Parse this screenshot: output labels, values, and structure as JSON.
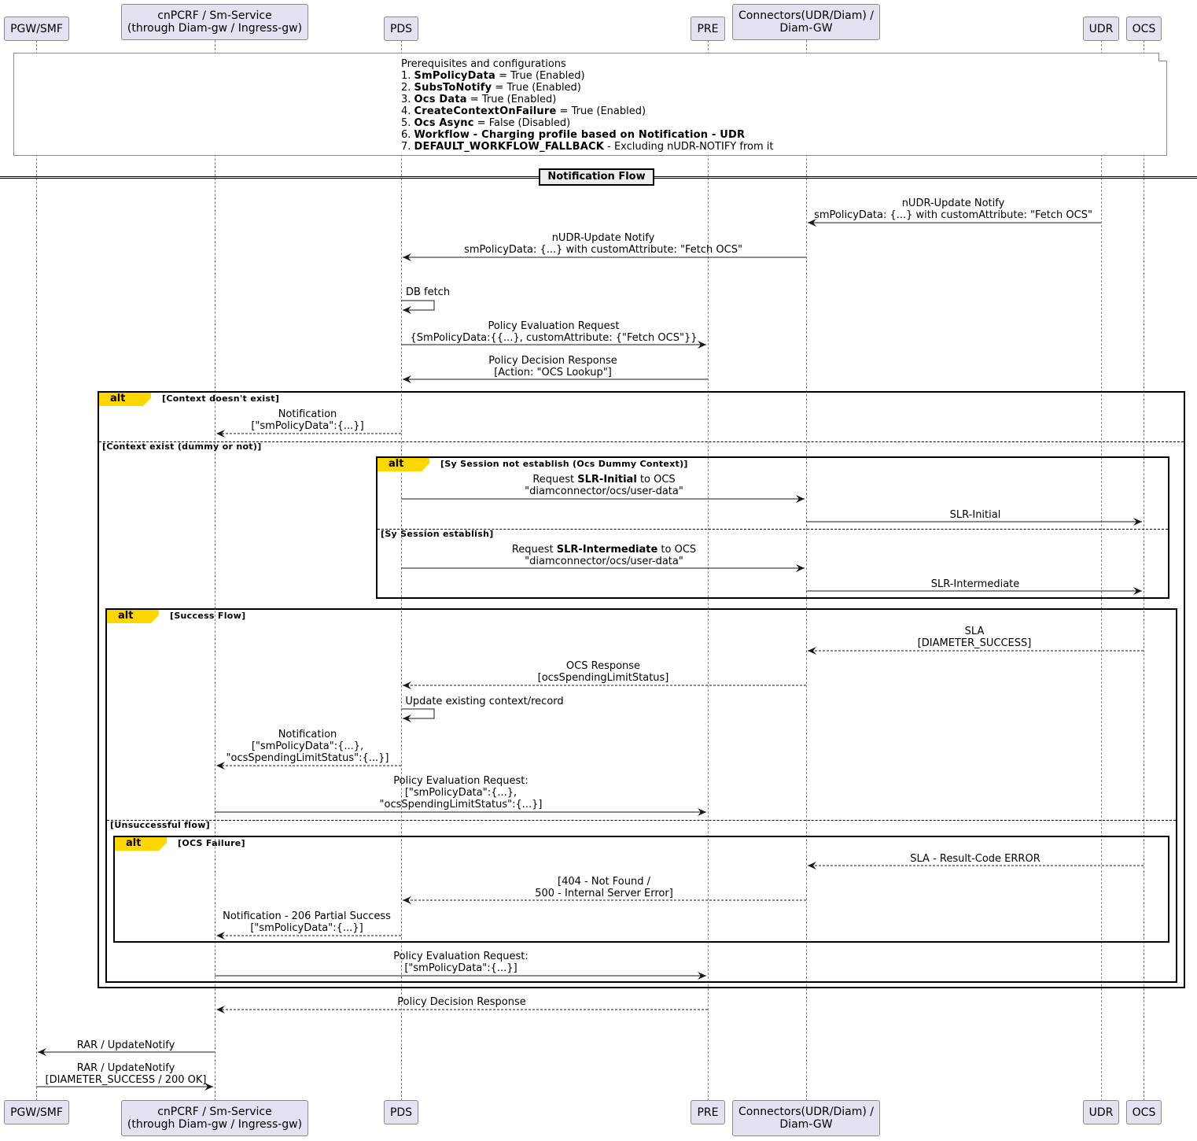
{
  "participants": [
    {
      "id": "pgw",
      "label": "PGW/SMF"
    },
    {
      "id": "cnpcrf",
      "label": "cnPCRF / Sm-Service\n(through Diam-gw / Ingress-gw)"
    },
    {
      "id": "pds",
      "label": "PDS"
    },
    {
      "id": "pre",
      "label": "PRE"
    },
    {
      "id": "conn",
      "label": "Connectors(UDR/Diam) /\nDiam-GW"
    },
    {
      "id": "udr",
      "label": "UDR"
    },
    {
      "id": "ocs",
      "label": "OCS"
    }
  ],
  "note": {
    "title": "Prerequisites and configurations",
    "items": [
      {
        "num": "1.",
        "bold": "SmPolicyData",
        "rest": " = True (Enabled)"
      },
      {
        "num": "2.",
        "bold": "SubsToNotify",
        "rest": " = True (Enabled)"
      },
      {
        "num": "3.",
        "bold": "Ocs Data",
        "rest": " = True (Enabled)"
      },
      {
        "num": "4.",
        "bold": "CreateContextOnFailure",
        "rest": " = True (Enabled)"
      },
      {
        "num": "5.",
        "bold": "Ocs Async",
        "rest": " = False (Disabled)"
      },
      {
        "num": "6.",
        "bold": "Workflow - Charging profile based on Notification - UDR",
        "rest": ""
      },
      {
        "num": "7.",
        "bold": "DEFAULT_WORKFLOW_FALLBACK",
        "rest": " - Excluding nUDR-NOTIFY from it"
      }
    ]
  },
  "divider": {
    "label": "Notification Flow"
  },
  "frames": {
    "outer_alt": {
      "tag": "alt",
      "cond1": "[Context doesn't exist]",
      "cond2": "[Context exist (dummy or not)]"
    },
    "sy_alt": {
      "tag": "alt",
      "cond1": "[Sy Session not establish (Ocs Dummy Context)]",
      "cond2": "[Sy Session establish]"
    },
    "result_alt": {
      "tag": "alt",
      "cond1": "[Success Flow]",
      "cond2": "[Unsuccessful flow]"
    },
    "failure_alt": {
      "tag": "alt",
      "cond1": "[OCS Failure]"
    }
  },
  "messages": {
    "m1": {
      "line1": "nUDR-Update Notify",
      "line2": "smPolicyData: {...} with customAttribute: \"Fetch OCS\""
    },
    "m2": {
      "line1": "nUDR-Update Notify",
      "line2": "smPolicyData: {...} with customAttribute: \"Fetch OCS\""
    },
    "m3": {
      "line1": "DB fetch"
    },
    "m4": {
      "line1": "Policy Evaluation Request",
      "line2": "{SmPolicyData:{{...}, customAttribute: {\"Fetch OCS\"}}"
    },
    "m5": {
      "line1": "Policy Decision Response",
      "line2": "[Action: \"OCS Lookup\"]"
    },
    "m6": {
      "line1": "Notification",
      "line2": "[\"smPolicyData\":{...}]"
    },
    "m7": {
      "pre": "Request ",
      "bold": "SLR-Initial",
      "post": " to OCS",
      "line2": "\"diamconnector/ocs/user-data\""
    },
    "m8": {
      "line1": "SLR-Initial"
    },
    "m9": {
      "pre": "Request ",
      "bold": "SLR-Intermediate",
      "post": " to OCS",
      "line2": "\"diamconnector/ocs/user-data\""
    },
    "m10": {
      "line1": "SLR-Intermediate"
    },
    "m11": {
      "line1": "SLA",
      "line2": "[DIAMETER_SUCCESS]"
    },
    "m12": {
      "line1": "OCS Response",
      "line2": "[ocsSpendingLimitStatus]"
    },
    "m13": {
      "line1": "Update existing context/record"
    },
    "m14": {
      "line1": "Notification",
      "line2": "[\"smPolicyData\":{...},",
      "line3": "\"ocsSpendingLimitStatus\":{...}]"
    },
    "m15": {
      "line1": "Policy Evaluation Request:",
      "line2": "[\"smPolicyData\":{...},",
      "line3": "\"ocsSpendingLimitStatus\":{...}]"
    },
    "m16": {
      "line1": "SLA - Result-Code ERROR"
    },
    "m17": {
      "line1": "[404 - Not Found /",
      "line2": "500 - Internal Server Error]"
    },
    "m18": {
      "line1": "Notification - 206 Partial Success",
      "line2": "[\"smPolicyData\":{...}]"
    },
    "m19": {
      "line1": "Policy Evaluation Request:",
      "line2": "[\"smPolicyData\":{...}]"
    },
    "m20": {
      "line1": "Policy Decision Response"
    },
    "m21": {
      "line1": "RAR / UpdateNotify"
    },
    "m22": {
      "line1": "RAR / UpdateNotify",
      "line2": "[DIAMETER_SUCCESS / 200 OK]"
    }
  },
  "colors": {
    "participant_fill": "#e2e2f0",
    "participant_border": "#8a8a8a",
    "alt_tab": "#ffd700",
    "divider_fill": "#eeeeee"
  }
}
